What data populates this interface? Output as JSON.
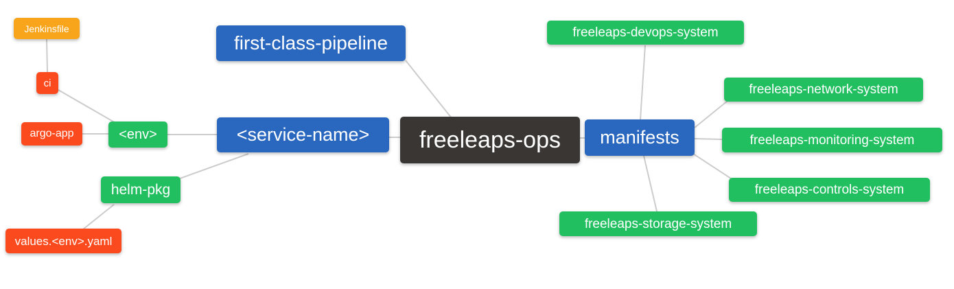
{
  "diagram": {
    "kind": "mind-map",
    "root": "freeleaps-ops"
  },
  "colors": {
    "root_node": "#3A3633",
    "branch_blue": "#2A67BE",
    "leaf_green": "#21BF60",
    "leaf_red": "#FB4A1D",
    "leaf_orange": "#F9A51B",
    "edge": "#CCCCCC",
    "text": "#FFFFFF",
    "background": "#FFFFFF"
  },
  "nodes": [
    {
      "id": "freeleaps-ops",
      "label": "freeleaps-ops",
      "color": "#3A3633"
    },
    {
      "id": "first-class-pipeline",
      "label": "first-class-pipeline",
      "color": "#2A67BE"
    },
    {
      "id": "service-name",
      "label": "<service-name>",
      "color": "#2A67BE"
    },
    {
      "id": "manifests",
      "label": "manifests",
      "color": "#2A67BE"
    },
    {
      "id": "env",
      "label": "<env>",
      "color": "#21BF60"
    },
    {
      "id": "helm-pkg",
      "label": "helm-pkg",
      "color": "#21BF60"
    },
    {
      "id": "ci",
      "label": "ci",
      "color": "#FB4A1D"
    },
    {
      "id": "argo-app",
      "label": "argo-app",
      "color": "#FB4A1D"
    },
    {
      "id": "values-env-yaml",
      "label": "values.<env>.yaml",
      "color": "#FB4A1D"
    },
    {
      "id": "jenkinsfile",
      "label": "Jenkinsfile",
      "color": "#F9A51B"
    },
    {
      "id": "freeleaps-devops-system",
      "label": "freeleaps-devops-system",
      "color": "#21BF60"
    },
    {
      "id": "freeleaps-network-system",
      "label": "freeleaps-network-system",
      "color": "#21BF60"
    },
    {
      "id": "freeleaps-monitoring-system",
      "label": "freeleaps-monitoring-system",
      "color": "#21BF60"
    },
    {
      "id": "freeleaps-controls-system",
      "label": "freeleaps-controls-system",
      "color": "#21BF60"
    },
    {
      "id": "freeleaps-storage-system",
      "label": "freeleaps-storage-system",
      "color": "#21BF60"
    }
  ],
  "edges": [
    {
      "from": "jenkinsfile",
      "to": "ci"
    },
    {
      "from": "ci",
      "to": "env"
    },
    {
      "from": "argo-app",
      "to": "env"
    },
    {
      "from": "env",
      "to": "service-name"
    },
    {
      "from": "helm-pkg",
      "to": "service-name"
    },
    {
      "from": "helm-pkg",
      "to": "values-env-yaml"
    },
    {
      "from": "first-class-pipeline",
      "to": "freeleaps-ops"
    },
    {
      "from": "service-name",
      "to": "freeleaps-ops"
    },
    {
      "from": "freeleaps-ops",
      "to": "manifests"
    },
    {
      "from": "manifests",
      "to": "freeleaps-devops-system"
    },
    {
      "from": "manifests",
      "to": "freeleaps-network-system"
    },
    {
      "from": "manifests",
      "to": "freeleaps-monitoring-system"
    },
    {
      "from": "manifests",
      "to": "freeleaps-controls-system"
    },
    {
      "from": "manifests",
      "to": "freeleaps-storage-system"
    }
  ]
}
